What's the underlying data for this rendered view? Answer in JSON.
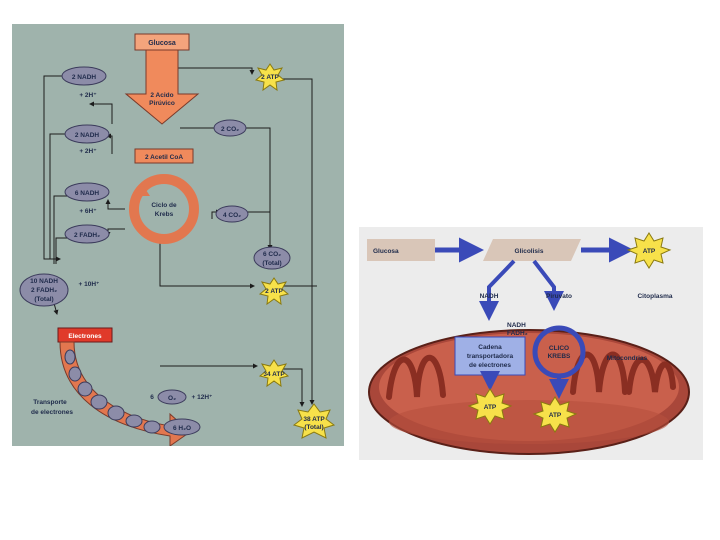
{
  "left_diagram": {
    "glucose": "Glucosa",
    "nadh_2": "2 NADH",
    "h_2": "+ 2H⁺",
    "pyruvic_l1": "2 Acido",
    "pyruvic_l2": "Pirúvico",
    "atp_2a": "2 ATP",
    "nadh_2b": "2 NADH",
    "h_2b": "+ 2H⁺",
    "co2_2": "2 CO₂",
    "acetyl": "2 Acetil CoA",
    "nadh_6": "6 NADH",
    "h_6": "+ 6H⁺",
    "krebs_l1": "Ciclo de",
    "krebs_l2": "Krebs",
    "co2_4": "4 CO₂",
    "fadh_2": "2 FADH₂",
    "co2_total_l1": "6 CO₂",
    "co2_total_l2": "(Total)",
    "total_l1": "10 NADH",
    "total_l2": "2 FADH₂",
    "total_l3": "(Total)",
    "h_10": "+ 10H⁺",
    "atp_2b": "2 ATP",
    "electrons": "Electrones",
    "atp_34": "34 ATP",
    "transport_l1": "Transporte",
    "transport_l2": "de electrones",
    "o2_coef": "6",
    "o2": "O₂",
    "h_12": "+ 12H⁺",
    "water": "6 H₂O",
    "atp_total_l1": "38 ATP",
    "atp_total_l2": "(Total)"
  },
  "right_diagram": {
    "glucose": "Glucosa",
    "glycolysis": "Glicolisis",
    "atp_top": "ATP",
    "nadh": "NADH",
    "pyruvate": "Piruvato",
    "cytoplasm": "Citoplasma",
    "nadh2": "NADH",
    "fadh2": "FADH₂",
    "chain_l1": "Cadena",
    "chain_l2": "transportadora",
    "chain_l3": "de electrones",
    "cycle_l1": "CLICO",
    "cycle_l2": "KREBS",
    "mitochondria": "Mitocondrias",
    "atp_left": "ATP",
    "atp_right": "ATP"
  },
  "colors": {
    "left_background": "#9fb3ac",
    "glucose_box": "#f4a47c",
    "pill": "#8c8ca8",
    "atp_star": "#f7e14a",
    "electrons_box": "#e03a2a",
    "mitochondria": "#c9604c"
  }
}
